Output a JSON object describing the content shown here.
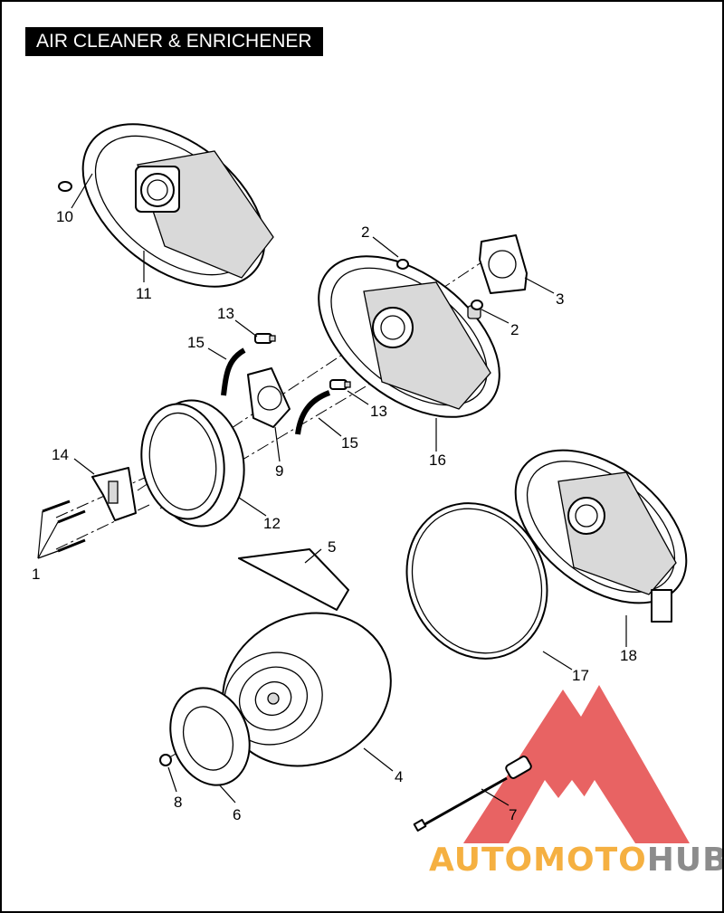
{
  "header": {
    "title": "AIR CLEANER & ENRICHENER"
  },
  "callouts": [
    "1",
    "2",
    "2",
    "3",
    "4",
    "5",
    "6",
    "7",
    "8",
    "9",
    "10",
    "11",
    "12",
    "13",
    "13",
    "14",
    "15",
    "15",
    "16",
    "17",
    "18"
  ],
  "watermark": {
    "brand_part1": "AUTOMOTO",
    "brand_part2": "HUB",
    "colors": {
      "logo_red": "#e54848",
      "orange": "#f5b041",
      "gray": "#8c8c8c"
    }
  }
}
